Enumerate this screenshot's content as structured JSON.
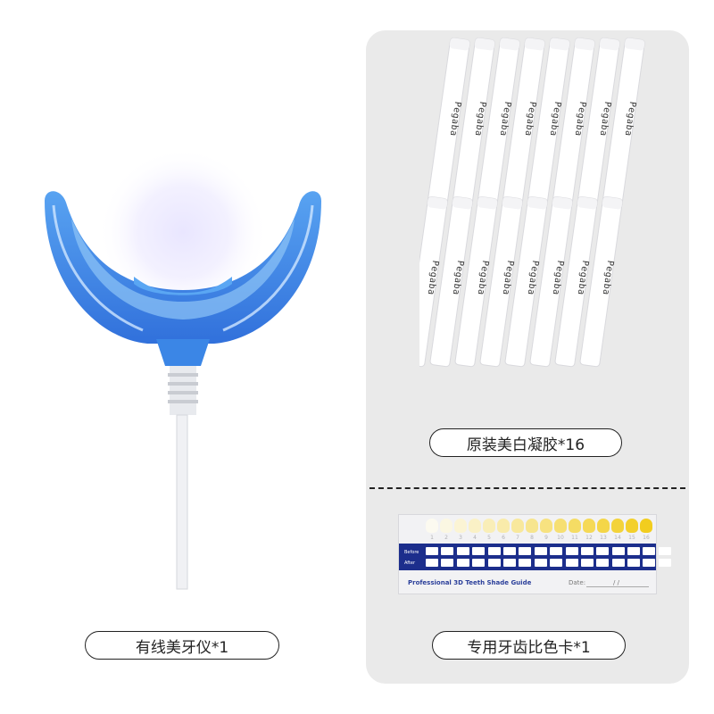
{
  "labels": {
    "device": "有线美牙仪*1",
    "gel": "原装美白凝胶*16",
    "shade_card": "专用牙齿比色卡*1"
  },
  "pen_brand": "Pegaba",
  "shade_guide": {
    "title": "Professional 3D Teeth Shade Guide",
    "date_label": "Date:",
    "date_value": "/ /",
    "before_label": "Before",
    "after_label": "After",
    "numbers": [
      "1",
      "2",
      "3",
      "4",
      "5",
      "6",
      "7",
      "8",
      "9",
      "10",
      "11",
      "12",
      "13",
      "14",
      "15",
      "16"
    ]
  },
  "colors": {
    "panel_bg": "#eaeaea",
    "device_blue": "#2b7be0",
    "band_blue": "#1c2e8c"
  },
  "icons": {
    "device": "teeth-whitening-light-device",
    "pens": "whitening-gel-pen-bundle",
    "shade_card": "tooth-shade-guide-card"
  }
}
